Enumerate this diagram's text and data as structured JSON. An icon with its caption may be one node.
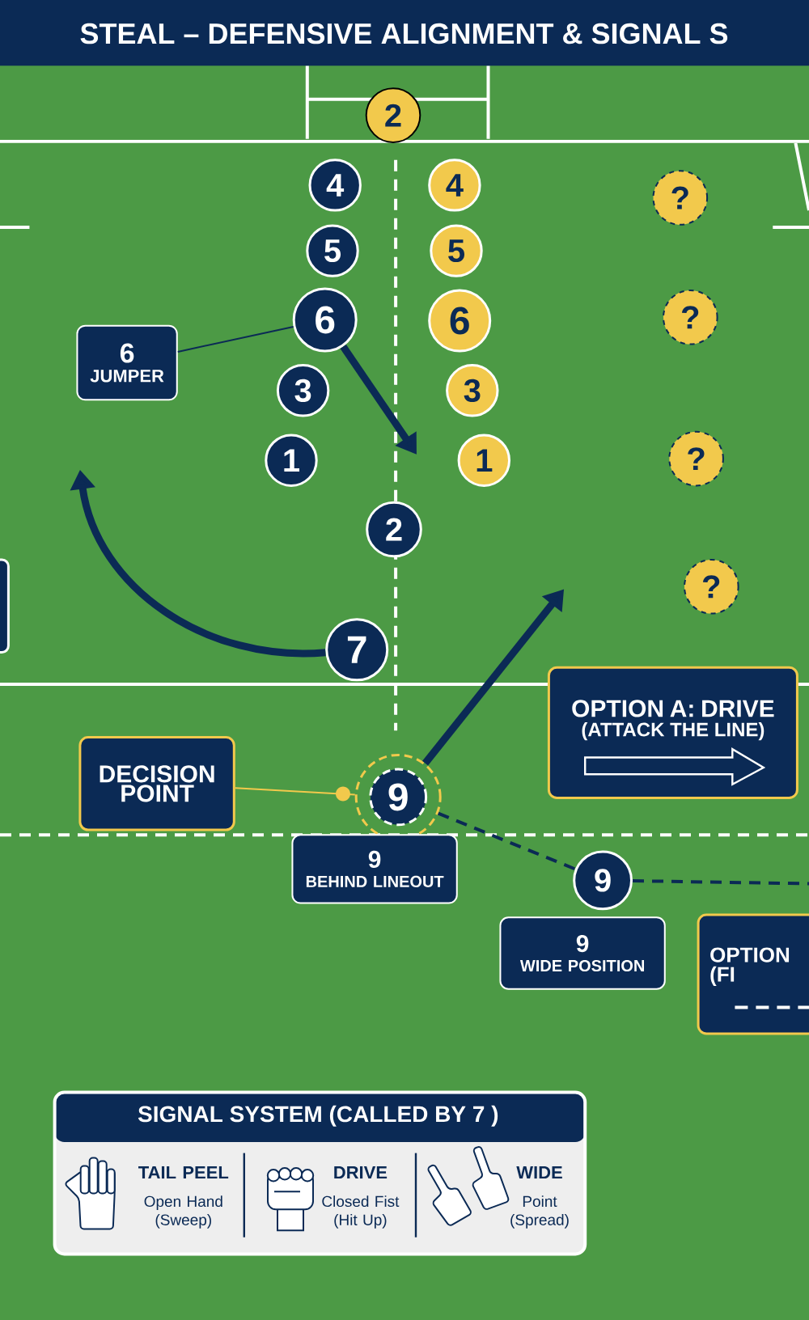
{
  "diagram": {
    "title": "STEAL – DEFENSIVE ALIGNMENT & SIGNAL S",
    "nodes": [
      {
        "text": [
          "2"
        ]
      },
      {
        "text": [
          "4"
        ]
      },
      {
        "text": [
          "4"
        ]
      },
      {
        "text": [
          "5"
        ]
      },
      {
        "text": [
          "5"
        ]
      },
      {
        "text": [
          "6"
        ]
      },
      {
        "text": [
          "6"
        ]
      },
      {
        "text": [
          "3"
        ]
      },
      {
        "text": [
          "3"
        ]
      },
      {
        "text": [
          "1"
        ]
      },
      {
        "text": [
          "1"
        ]
      },
      {
        "text": [
          "2"
        ]
      },
      {
        "text": [
          "7"
        ]
      },
      {
        "text": [
          "9"
        ]
      },
      {
        "text": [
          "9"
        ]
      },
      {
        "text": [
          "?"
        ]
      },
      {
        "text": [
          "?"
        ]
      },
      {
        "text": [
          "?"
        ]
      },
      {
        "text": [
          "?"
        ]
      },
      {
        "text": [
          "6",
          "JUMPER"
        ]
      },
      {
        "text": [
          "DECISION POINT"
        ]
      },
      {
        "text": [
          "9",
          "BEHIND LINEOUT"
        ]
      },
      {
        "text": [
          "9",
          "WIDE POSITION"
        ]
      },
      {
        "text": [
          "OPTION A: DRIVE",
          "(ATTACK THE LINE)"
        ]
      },
      {
        "text": [
          "OPTION",
          "(FI"
        ]
      },
      {
        "text": [
          "SIGNAL SYSTEM (CALLED BY 7 )"
        ]
      }
    ],
    "edges": [
      {
        "from": 19,
        "to": 5,
        "arrow": "none"
      },
      {
        "from": 5,
        "to": null,
        "arrow": "to",
        "style": "thick"
      },
      {
        "from": 12,
        "to": null,
        "arrow": "to",
        "style": "thick"
      },
      {
        "from": 13,
        "to": null,
        "arrow": "to",
        "style": "thick"
      },
      {
        "from": 13,
        "to": 14,
        "arrow": "none",
        "style": "dashed"
      },
      {
        "from": 14,
        "to": null,
        "arrow": "none",
        "style": "dashed"
      },
      {
        "from": 20,
        "to": 13,
        "arrow": "other",
        "color": "#f2c94c"
      }
    ],
    "labels": [
      "TAIL PEEL",
      "Open Hand (Sweep)",
      "DRIVE",
      "Closed Fist (Hit Up)",
      "WIDE",
      "Point (Spread)"
    ]
  }
}
